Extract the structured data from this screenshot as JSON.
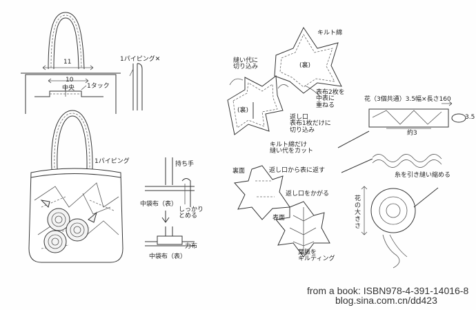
{
  "labels": {
    "piping_top": "1パイピング",
    "piping_x": "✕",
    "dim_11": "11",
    "dim_10": "10",
    "center": "中央",
    "tuck": "1タック",
    "piping_bag": "1パイピング",
    "handle": "持ち手",
    "inner_bag": "中袋布（表）",
    "secure": "しっかり\nとめる",
    "reinforce": "力布",
    "inner_bag_front": "中袋布（表）",
    "seam_notch": "縫い代に\n切り込み",
    "back1": "(裏)",
    "batting": "キルト綿",
    "back2": "(裏)",
    "layer_note": "表布2枚を\n中表に\n重ねる",
    "return_notch": "返し口\n表布1枚だけに\n切り込み",
    "batting_cut": "キルト綿だけ\n縫い代をカット",
    "back_side": "裏面",
    "turn_out": "返し口から表に返す",
    "stitch_closed": "返し口をかがる",
    "front_side": "表面",
    "vein_quilt": "葉脈を\nキルティング",
    "flower_spec": "花（3個共通）3.5幅×長さ160",
    "dim_35": "3.5",
    "approx3": "約3",
    "gather": "糸を引き縫い縮める",
    "flower_size": "花の大きさ",
    "watermark_from": "from a book: ISBN978-4-391-14016-8",
    "watermark_blog": "blog.sina.com.cn/dd423"
  }
}
